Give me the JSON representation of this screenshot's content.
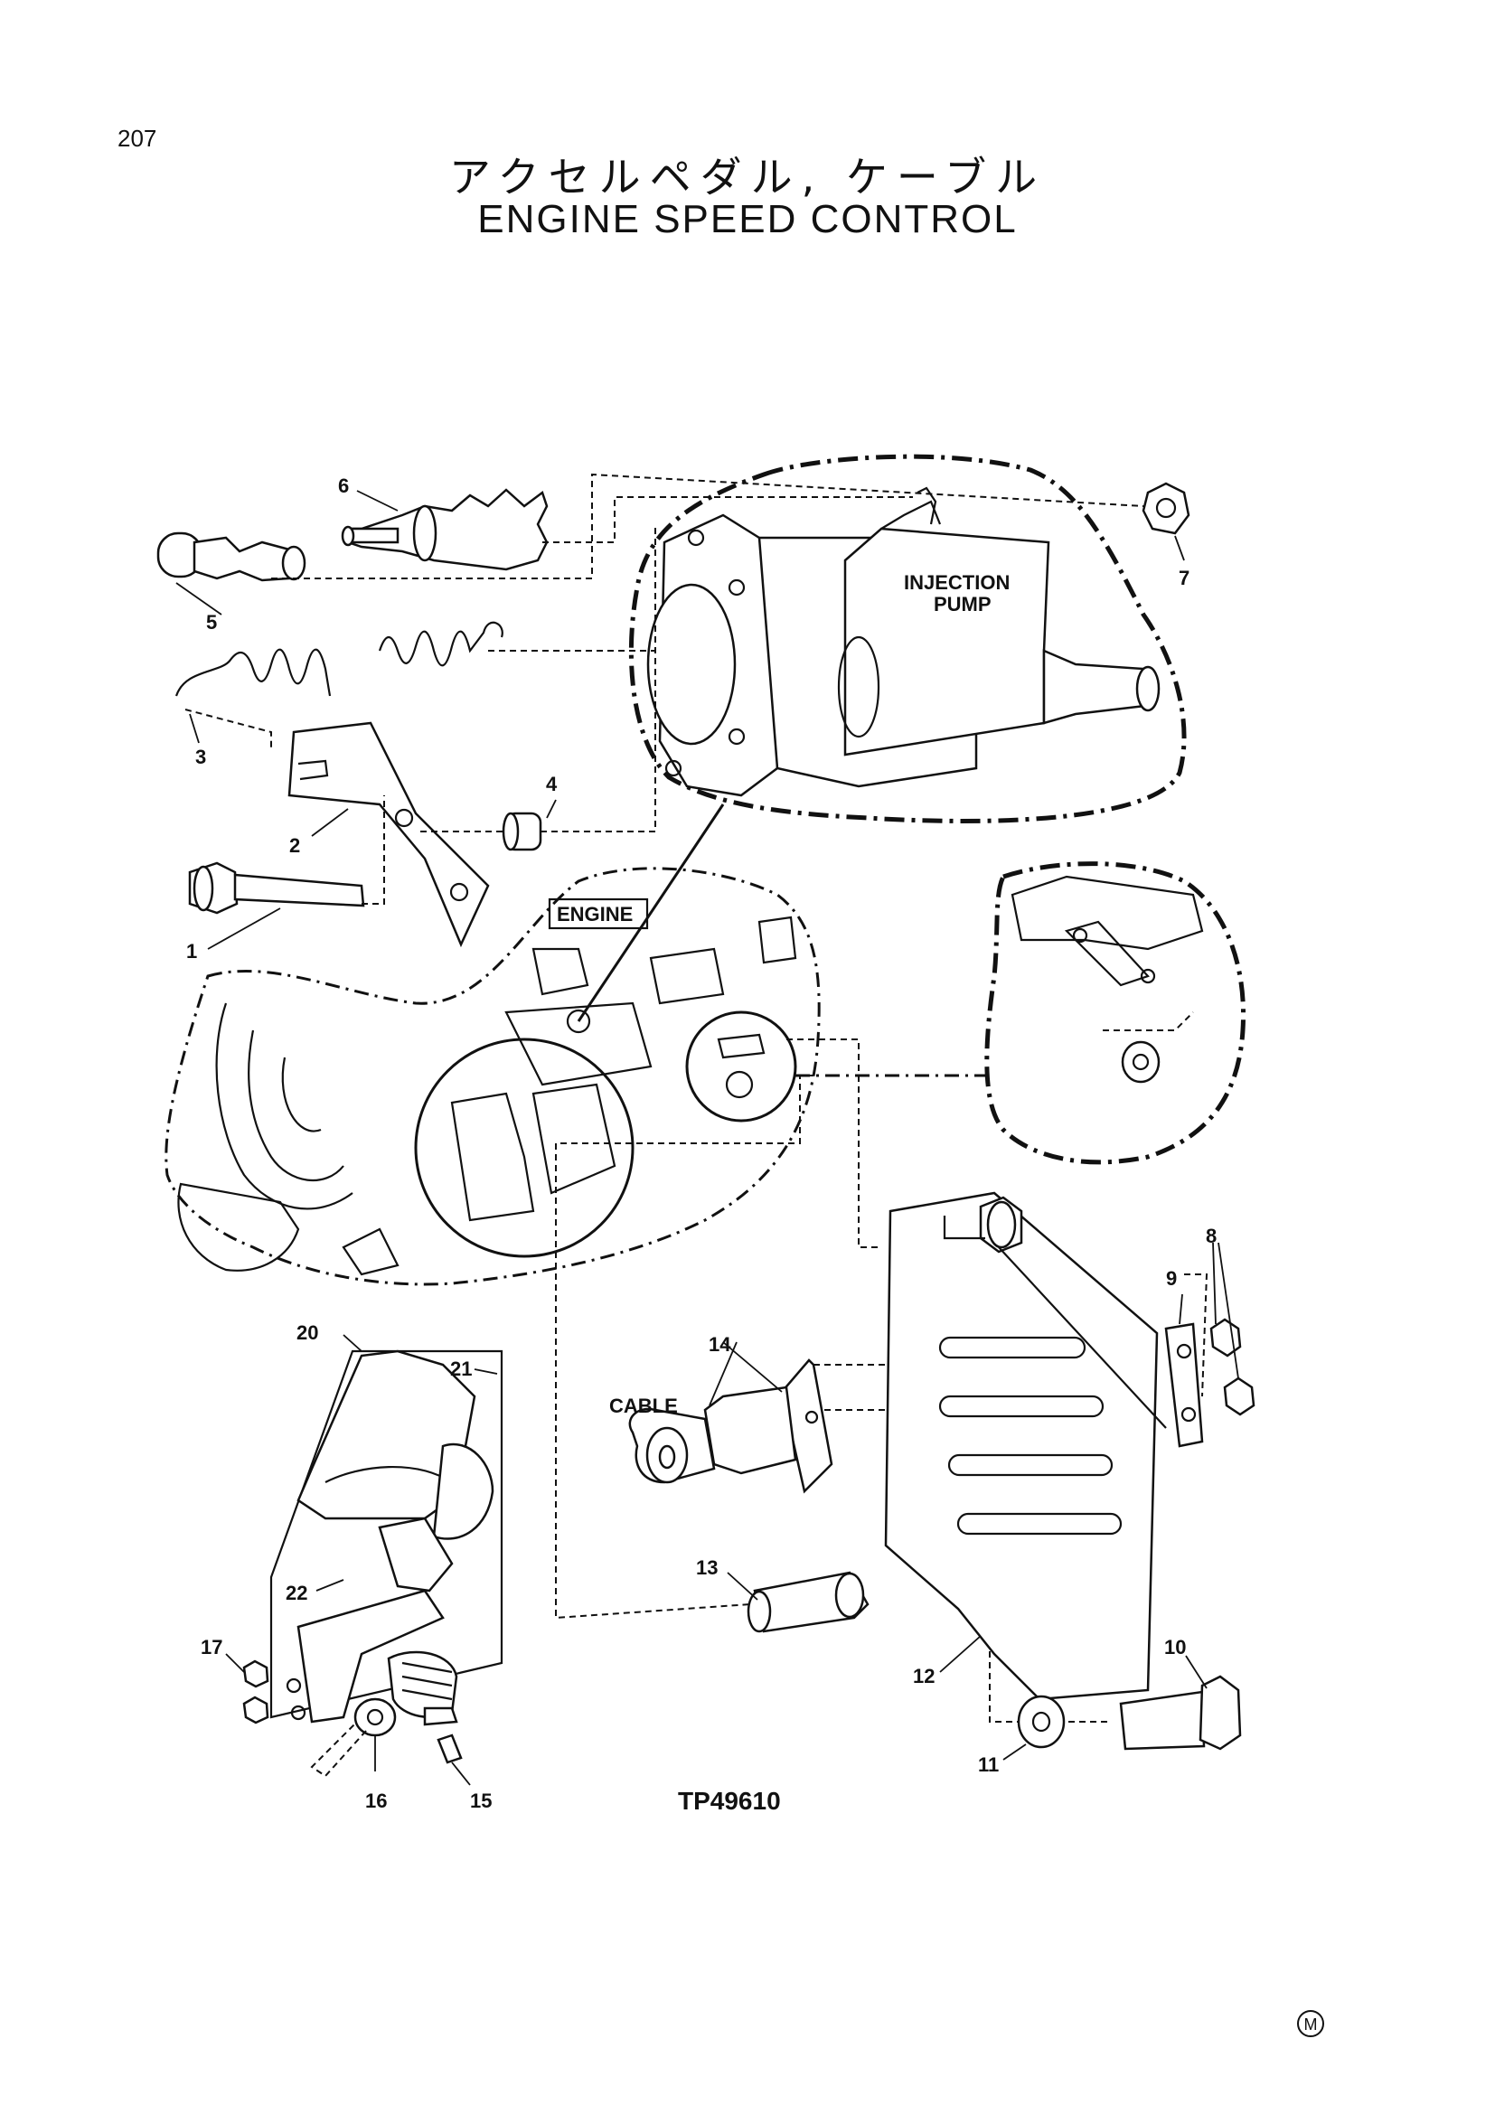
{
  "page": {
    "number": "207",
    "title_jp": "アクセルペダル, ケーブル",
    "title_en": "ENGINE SPEED CONTROL",
    "figure_id": "TP49610",
    "mark": "M"
  },
  "labels": {
    "injection_pump_line1": "INJECTION",
    "injection_pump_line2": "PUMP",
    "engine": "ENGINE",
    "cable": "CABLE"
  },
  "callouts": [
    "1",
    "2",
    "3",
    "4",
    "5",
    "6",
    "7",
    "8",
    "9",
    "10",
    "11",
    "12",
    "13",
    "14",
    "15",
    "16",
    "17",
    "20",
    "21",
    "22"
  ]
}
